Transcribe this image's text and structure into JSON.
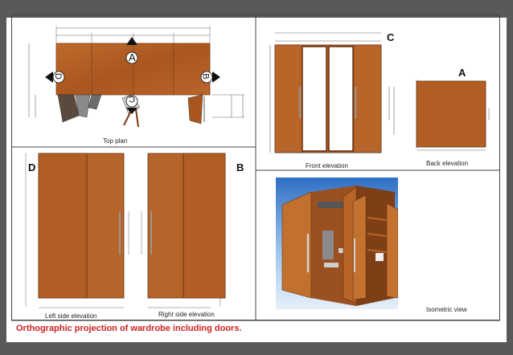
{
  "views": {
    "top_plan": {
      "caption": "Top plan",
      "markers": [
        "A",
        "B",
        "C",
        "D"
      ]
    },
    "front_elevation": {
      "caption": "Front elevation",
      "marker": "C"
    },
    "back_elevation": {
      "caption": "Back elevation",
      "marker": "A"
    },
    "left_side": {
      "caption": "Left side elevation",
      "marker": "D"
    },
    "right_side": {
      "caption": "Right side elevation",
      "marker": "B"
    },
    "isometric": {
      "caption": "Isometric view"
    }
  },
  "figure_caption": "Orthographic projection of wardrobe including doors.",
  "colors": {
    "wood": "#b5642a",
    "wood_dark": "#8a4418",
    "caption": "#d02020",
    "frame": "#595959",
    "line": "#444444"
  }
}
